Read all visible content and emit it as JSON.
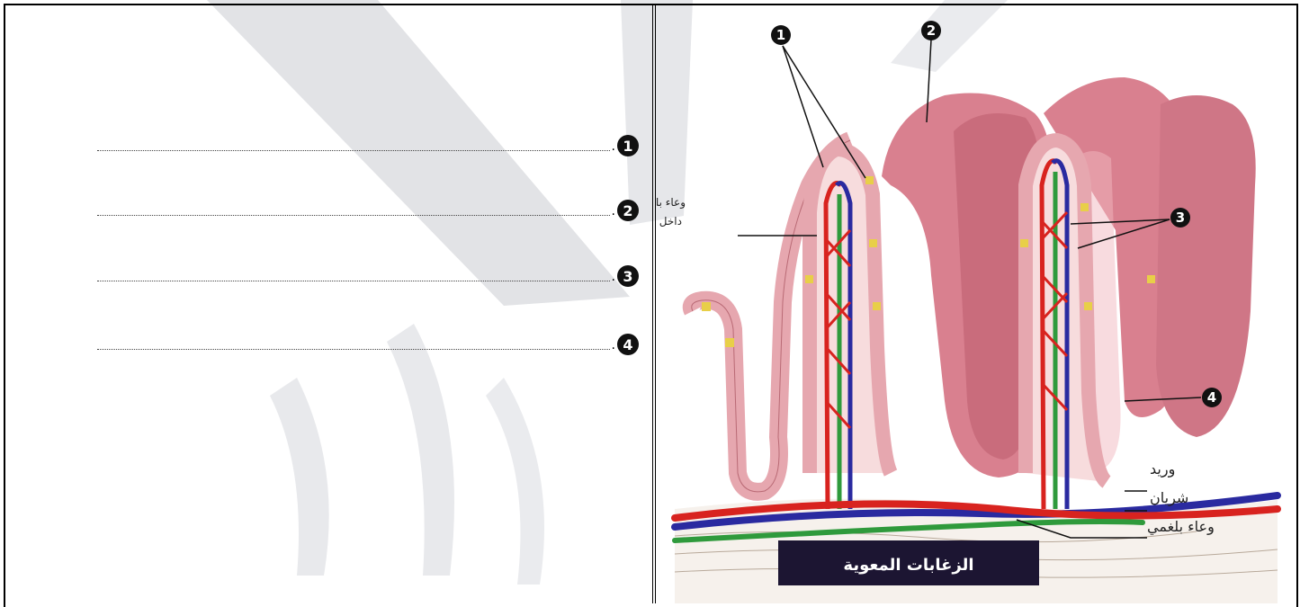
{
  "answer_lines": [
    {
      "number": "1",
      "dots": "............"
    },
    {
      "number": "2",
      "dots": "............"
    },
    {
      "number": "3",
      "dots": "............"
    },
    {
      "number": "4",
      "dots": "............"
    }
  ],
  "diagram": {
    "caption": "الزغابات المعوية",
    "callouts": [
      "1",
      "2",
      "3",
      "4"
    ],
    "label_lacteal_line1": "وعاء بلغمي",
    "label_lacteal_line2": "داخل الزغابة",
    "label_vein": "وريد",
    "label_artery": "شريان",
    "label_lymph": "وعاء بلغمي"
  },
  "colors": {
    "villus_pink": "#d9808f",
    "villus_light": "#f2b8c0",
    "artery_red": "#d8231f",
    "vein_blue": "#2a2aa0",
    "lymph_green": "#2f9a3c",
    "goblet_yellow": "#e8cf48",
    "caption_bg": "#1c1532"
  }
}
